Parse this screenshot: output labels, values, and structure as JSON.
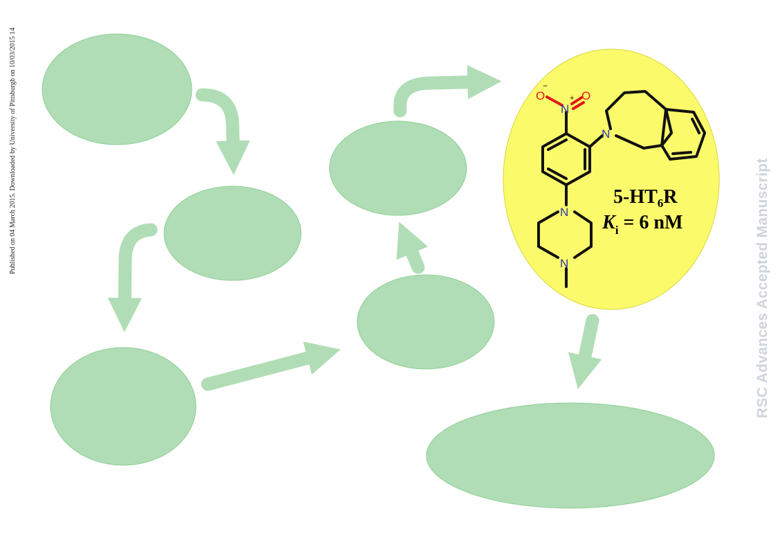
{
  "publication_note": "Published on 04 March 2015. Downloaded by University of Pittsburgh on 10/03/2015 14",
  "watermark": "RSC Advances Accepted Manuscript",
  "colors": {
    "node_fill": "#b0ddb5",
    "node_stroke": "#8fcf96",
    "arrow": "#b0ddb5",
    "highlight_fill": "#fbfa6b",
    "bond": "#111111",
    "nitrogen": "#2d3aa8",
    "oxygen": "#e01b1b"
  },
  "compound": {
    "atoms": {
      "n_nitro": "N",
      "o_left": "O",
      "o_right": "O",
      "n_azepine": "N",
      "n_piperazine_top": "N",
      "n_piperazine_bottom": "N",
      "charge_minus": "−",
      "charge_plus": "+"
    },
    "label_line1": {
      "a": "5-HT",
      "sub": "6",
      "b": "R"
    },
    "label_line2": {
      "k": "K",
      "sub": "i",
      "rest": " = 6 nM"
    }
  }
}
